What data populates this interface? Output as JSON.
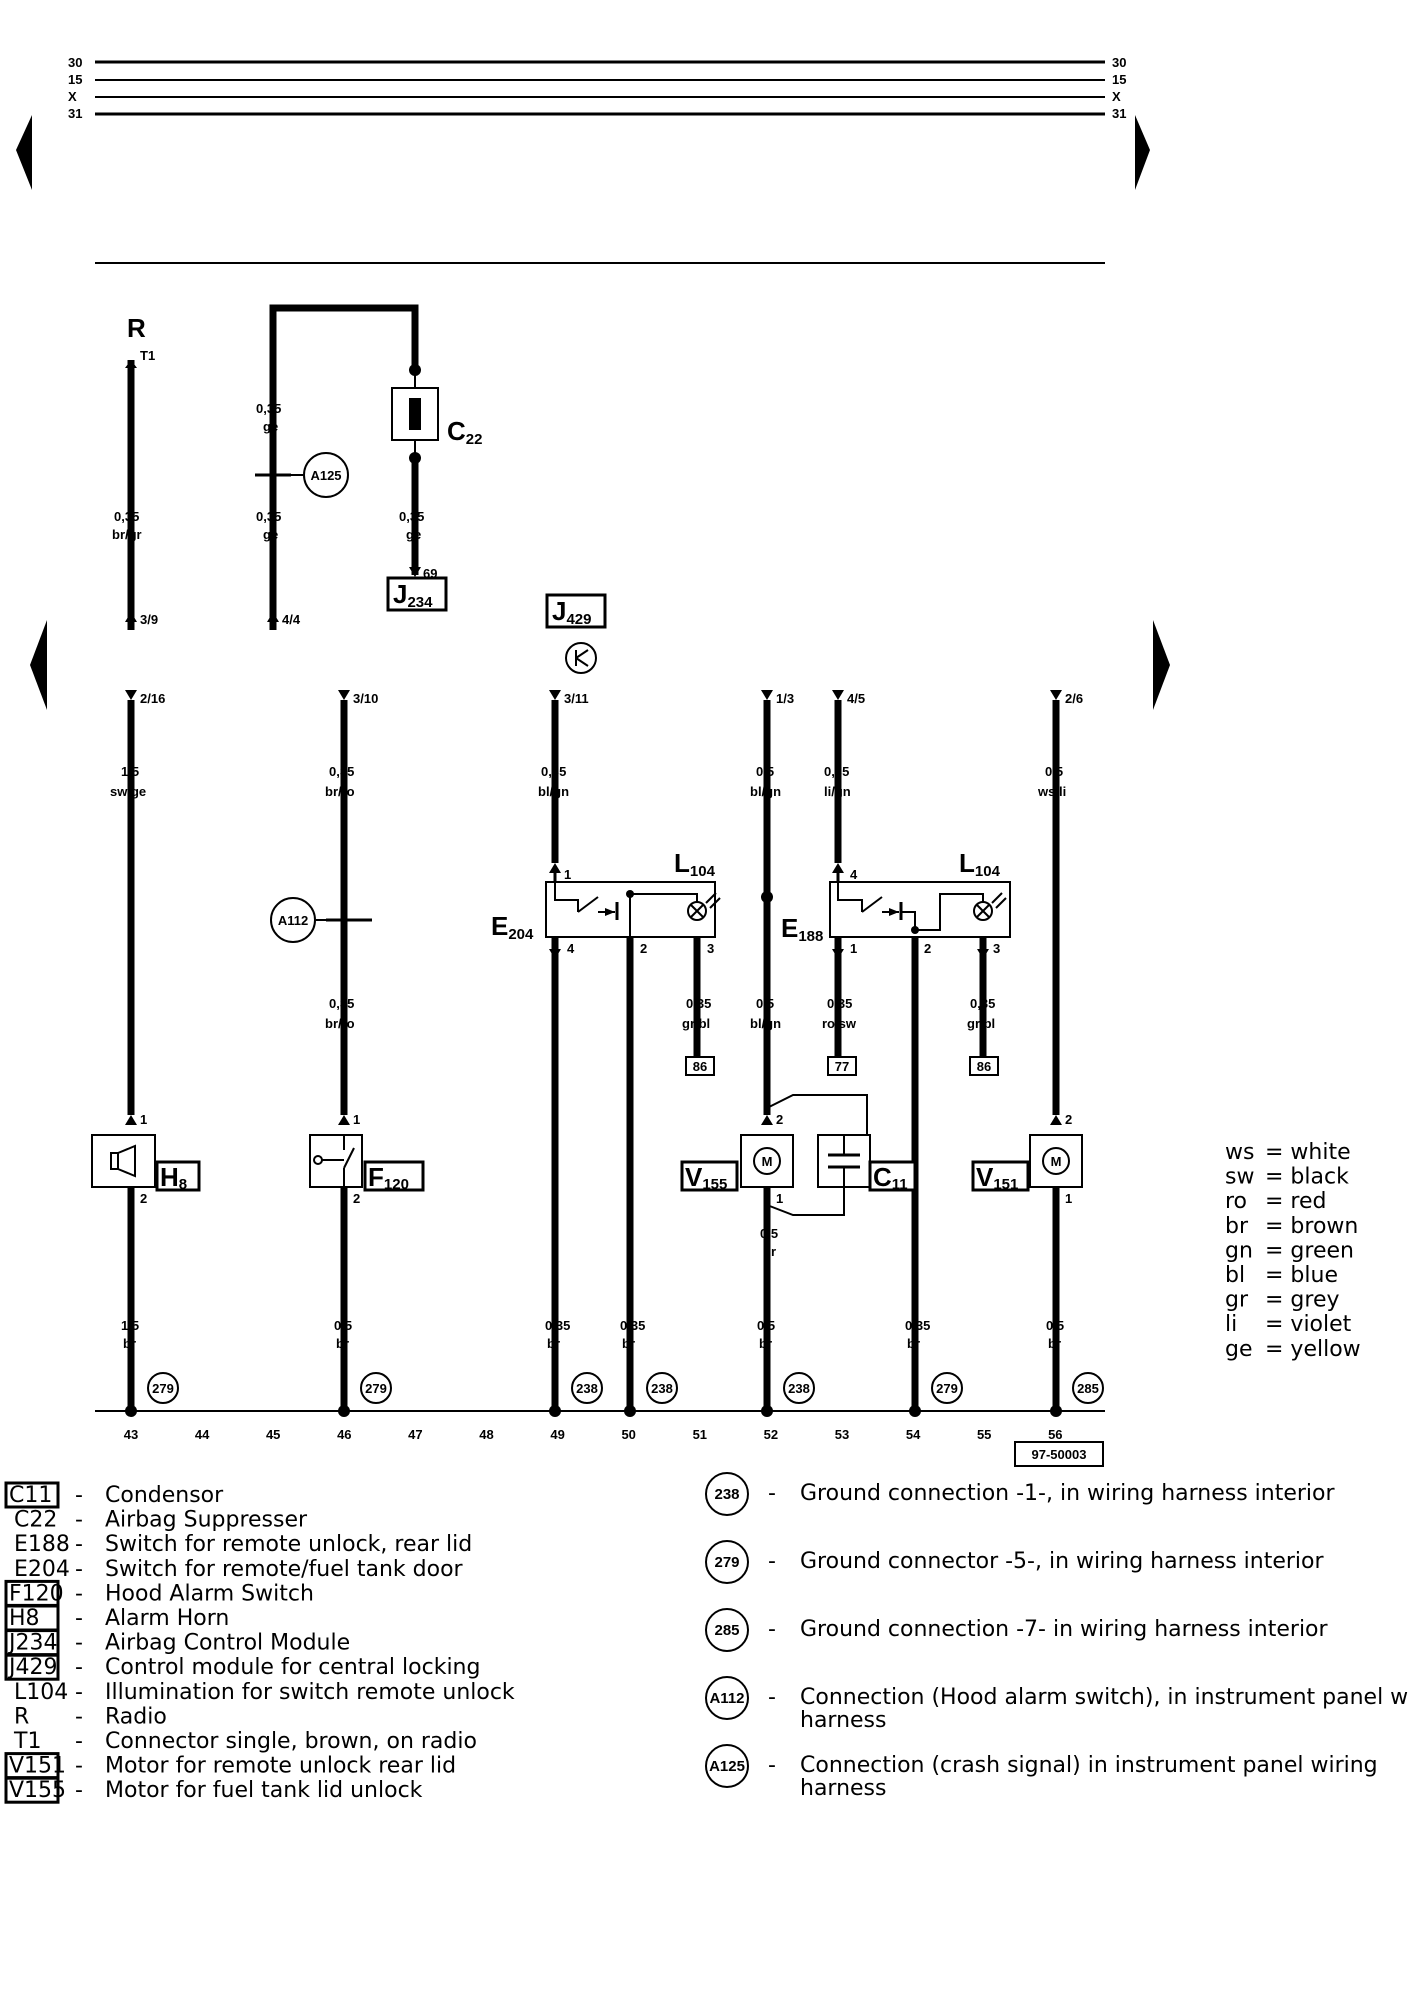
{
  "rails": {
    "left_labels": [
      "30",
      "15",
      "X",
      "31"
    ],
    "right_labels": [
      "30",
      "15",
      "X",
      "31"
    ]
  },
  "top_section": {
    "r_label": "R",
    "t1_label": "T1",
    "wires": [
      {
        "gauge": "0,35",
        "color": "br/gr",
        "pin": "3/9"
      },
      {
        "gauge_upper": "0,35",
        "color_upper": "ge",
        "gauge": "0,35",
        "color": "ge",
        "pin": "4/4"
      },
      {
        "gauge": "0,35",
        "color": "ge",
        "pin": "69"
      }
    ],
    "c22_label": "C",
    "c22_sub": "22",
    "a125_label": "A125",
    "j234_label": "J",
    "j234_sub": "234",
    "j429_label": "J",
    "j429_sub": "429"
  },
  "bottom_wires": [
    {
      "pin": "2/16",
      "gauge": "1,5",
      "color": "sw/ge"
    },
    {
      "pin": "3/10",
      "gauge": "0,35",
      "color": "br/ro"
    },
    {
      "pin": "3/11",
      "gauge": "0,35",
      "color": "bl/gn"
    },
    {
      "pin": "1/3",
      "gauge": "0,5",
      "color": "bl/gn"
    },
    {
      "pin": "4/5",
      "gauge": "0,35",
      "color": "li/gn"
    },
    {
      "pin": "2/6",
      "gauge": "0,5",
      "color": "ws/li"
    }
  ],
  "mid_labels": {
    "a112": "A112",
    "br_ro_gauge": "0,35",
    "br_ro_color": "br/ro",
    "l104_a": "L",
    "l104_a_sub": "104",
    "l104_b": "L",
    "l104_b_sub": "104",
    "e204": "E",
    "e204_sub": "204",
    "e188": "E",
    "e188_sub": "188",
    "gr_bl_1_gauge": "0,35",
    "gr_bl_1_color": "gr/bl",
    "bl_gn_gauge": "0,5",
    "bl_gn_color": "bl/gn",
    "ro_sw_gauge": "0,35",
    "ro_sw_color": "ro/sw",
    "gr_bl_2_gauge": "0,35",
    "gr_bl_2_color": "gr/bl",
    "box86a": "86",
    "box77": "77",
    "box86b": "86",
    "h8": "H",
    "h8_sub": "8",
    "f120": "F",
    "f120_sub": "120",
    "v155": "V",
    "v155_sub": "155",
    "c11": "C",
    "c11_sub": "11",
    "v151": "V",
    "v151_sub": "151",
    "br_mid_gauge": "0,5",
    "br_mid_color": "br",
    "m": "M"
  },
  "ground_wires": [
    {
      "gauge": "1,5",
      "color": "br",
      "ground": "279"
    },
    {
      "gauge": "0,5",
      "color": "br",
      "ground": "279"
    },
    {
      "gauge": "0,35",
      "color": "br",
      "ground": "238"
    },
    {
      "gauge": "0,35",
      "color": "br",
      "ground": "238"
    },
    {
      "gauge": "0,5",
      "color": "br",
      "ground": "238"
    },
    {
      "gauge": "0,35",
      "color": "br",
      "ground": "279"
    },
    {
      "gauge": "0,5",
      "color": "br",
      "ground": "285"
    }
  ],
  "track_numbers": [
    "43",
    "44",
    "45",
    "46",
    "47",
    "48",
    "49",
    "50",
    "51",
    "52",
    "53",
    "54",
    "55",
    "56"
  ],
  "diagram_id": "97-50003",
  "color_legend": [
    {
      "code": "ws",
      "name": "white"
    },
    {
      "code": "sw",
      "name": "black"
    },
    {
      "code": "ro",
      "name": "red"
    },
    {
      "code": "br",
      "name": "brown"
    },
    {
      "code": "gn",
      "name": "green"
    },
    {
      "code": "bl",
      "name": "blue"
    },
    {
      "code": "gr",
      "name": "grey"
    },
    {
      "code": "li",
      "name": "violet"
    },
    {
      "code": "ge",
      "name": "yellow"
    }
  ],
  "components_legend": [
    {
      "code": "C11",
      "boxed": true,
      "text": "Condensor"
    },
    {
      "code": "C22",
      "boxed": false,
      "text": "Airbag Suppresser"
    },
    {
      "code": "E188",
      "boxed": false,
      "text": "Switch for remote unlock, rear lid"
    },
    {
      "code": "E204",
      "boxed": false,
      "text": "Switch for remote/fuel tank door"
    },
    {
      "code": "F120",
      "boxed": true,
      "text": "Hood Alarm Switch"
    },
    {
      "code": "H8",
      "boxed": true,
      "text": "Alarm Horn"
    },
    {
      "code": "J234",
      "boxed": true,
      "text": "Airbag Control Module"
    },
    {
      "code": "J429",
      "boxed": true,
      "text": "Control module for central locking"
    },
    {
      "code": "L104",
      "boxed": false,
      "text": "Illumination for switch remote unlock"
    },
    {
      "code": "R",
      "boxed": false,
      "text": "Radio"
    },
    {
      "code": "T1",
      "boxed": false,
      "text": "Connector single, brown, on radio"
    },
    {
      "code": "V151",
      "boxed": true,
      "text": "Motor for remote unlock rear lid"
    },
    {
      "code": "V155",
      "boxed": true,
      "text": "Motor for fuel tank lid unlock"
    }
  ],
  "ground_legend": [
    {
      "code": "238",
      "lines": [
        "Ground connection -1-, in wiring harness interior"
      ]
    },
    {
      "code": "279",
      "lines": [
        "Ground connector -5-, in wiring harness interior"
      ]
    },
    {
      "code": "285",
      "lines": [
        "Ground connection -7- in wiring harness interior"
      ]
    },
    {
      "code": "A112",
      "lines": [
        "Connection (Hood alarm switch), in instrument panel wiring",
        "harness"
      ]
    },
    {
      "code": "A125",
      "lines": [
        "Connection (crash signal) in instrument panel wiring",
        "harness"
      ]
    }
  ],
  "dash": "-"
}
